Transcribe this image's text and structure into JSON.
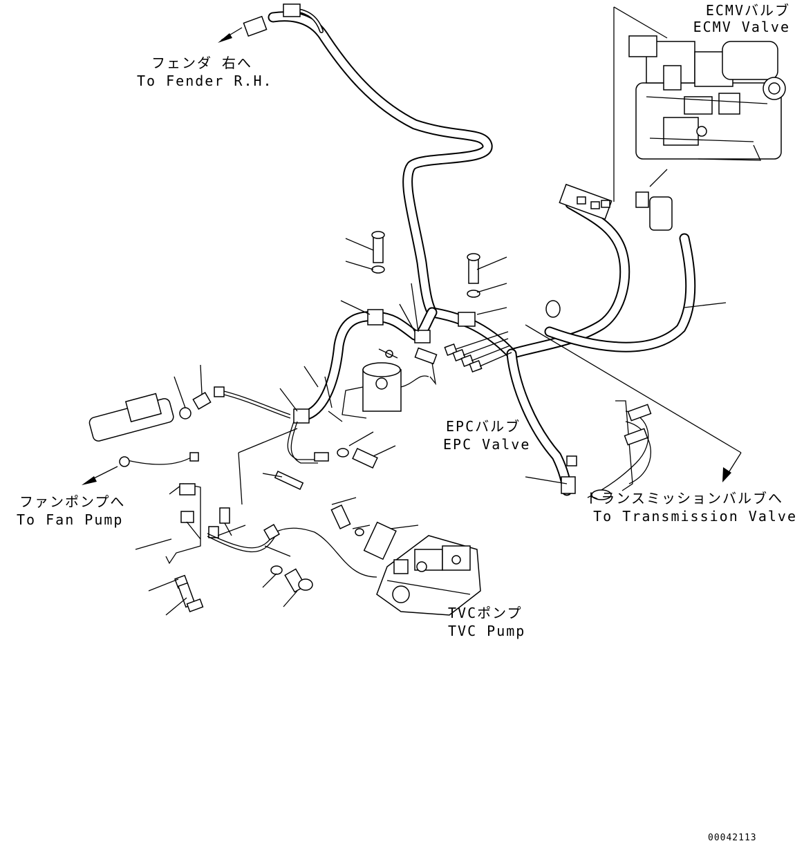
{
  "labels": {
    "fender_jp": "フェンダ 右へ",
    "fender_en": "To Fender R.H.",
    "ecmv_jp": "ECMVバルブ",
    "ecmv_en": "ECMV Valve",
    "epc_jp": "EPCバルブ",
    "epc_en": "EPC Valve",
    "fanpump_jp": "ファンポンプへ",
    "fanpump_en": "To Fan Pump",
    "trans_jp": "トランスミッションバルブへ",
    "trans_en": "To Transmission Valve",
    "tvc_jp": "TVCポンプ",
    "tvc_en": "TVC Pump"
  },
  "drawing_number": "00042113"
}
